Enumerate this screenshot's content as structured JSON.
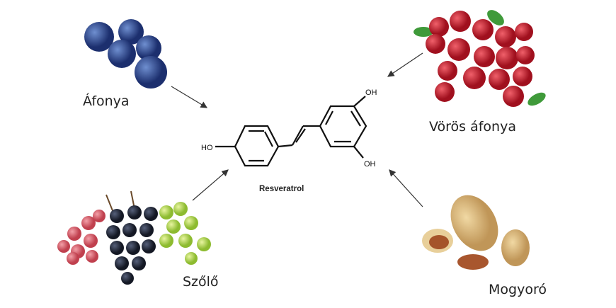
{
  "molecule": {
    "name": "Resveratrol",
    "oh_left": "HO",
    "oh_top": "OH",
    "oh_bottom": "OH"
  },
  "sources": [
    {
      "label": "Áfonya"
    },
    {
      "label": "Vörös áfonya"
    },
    {
      "label": "Szőlő"
    },
    {
      "label": "Mogyoró"
    }
  ]
}
